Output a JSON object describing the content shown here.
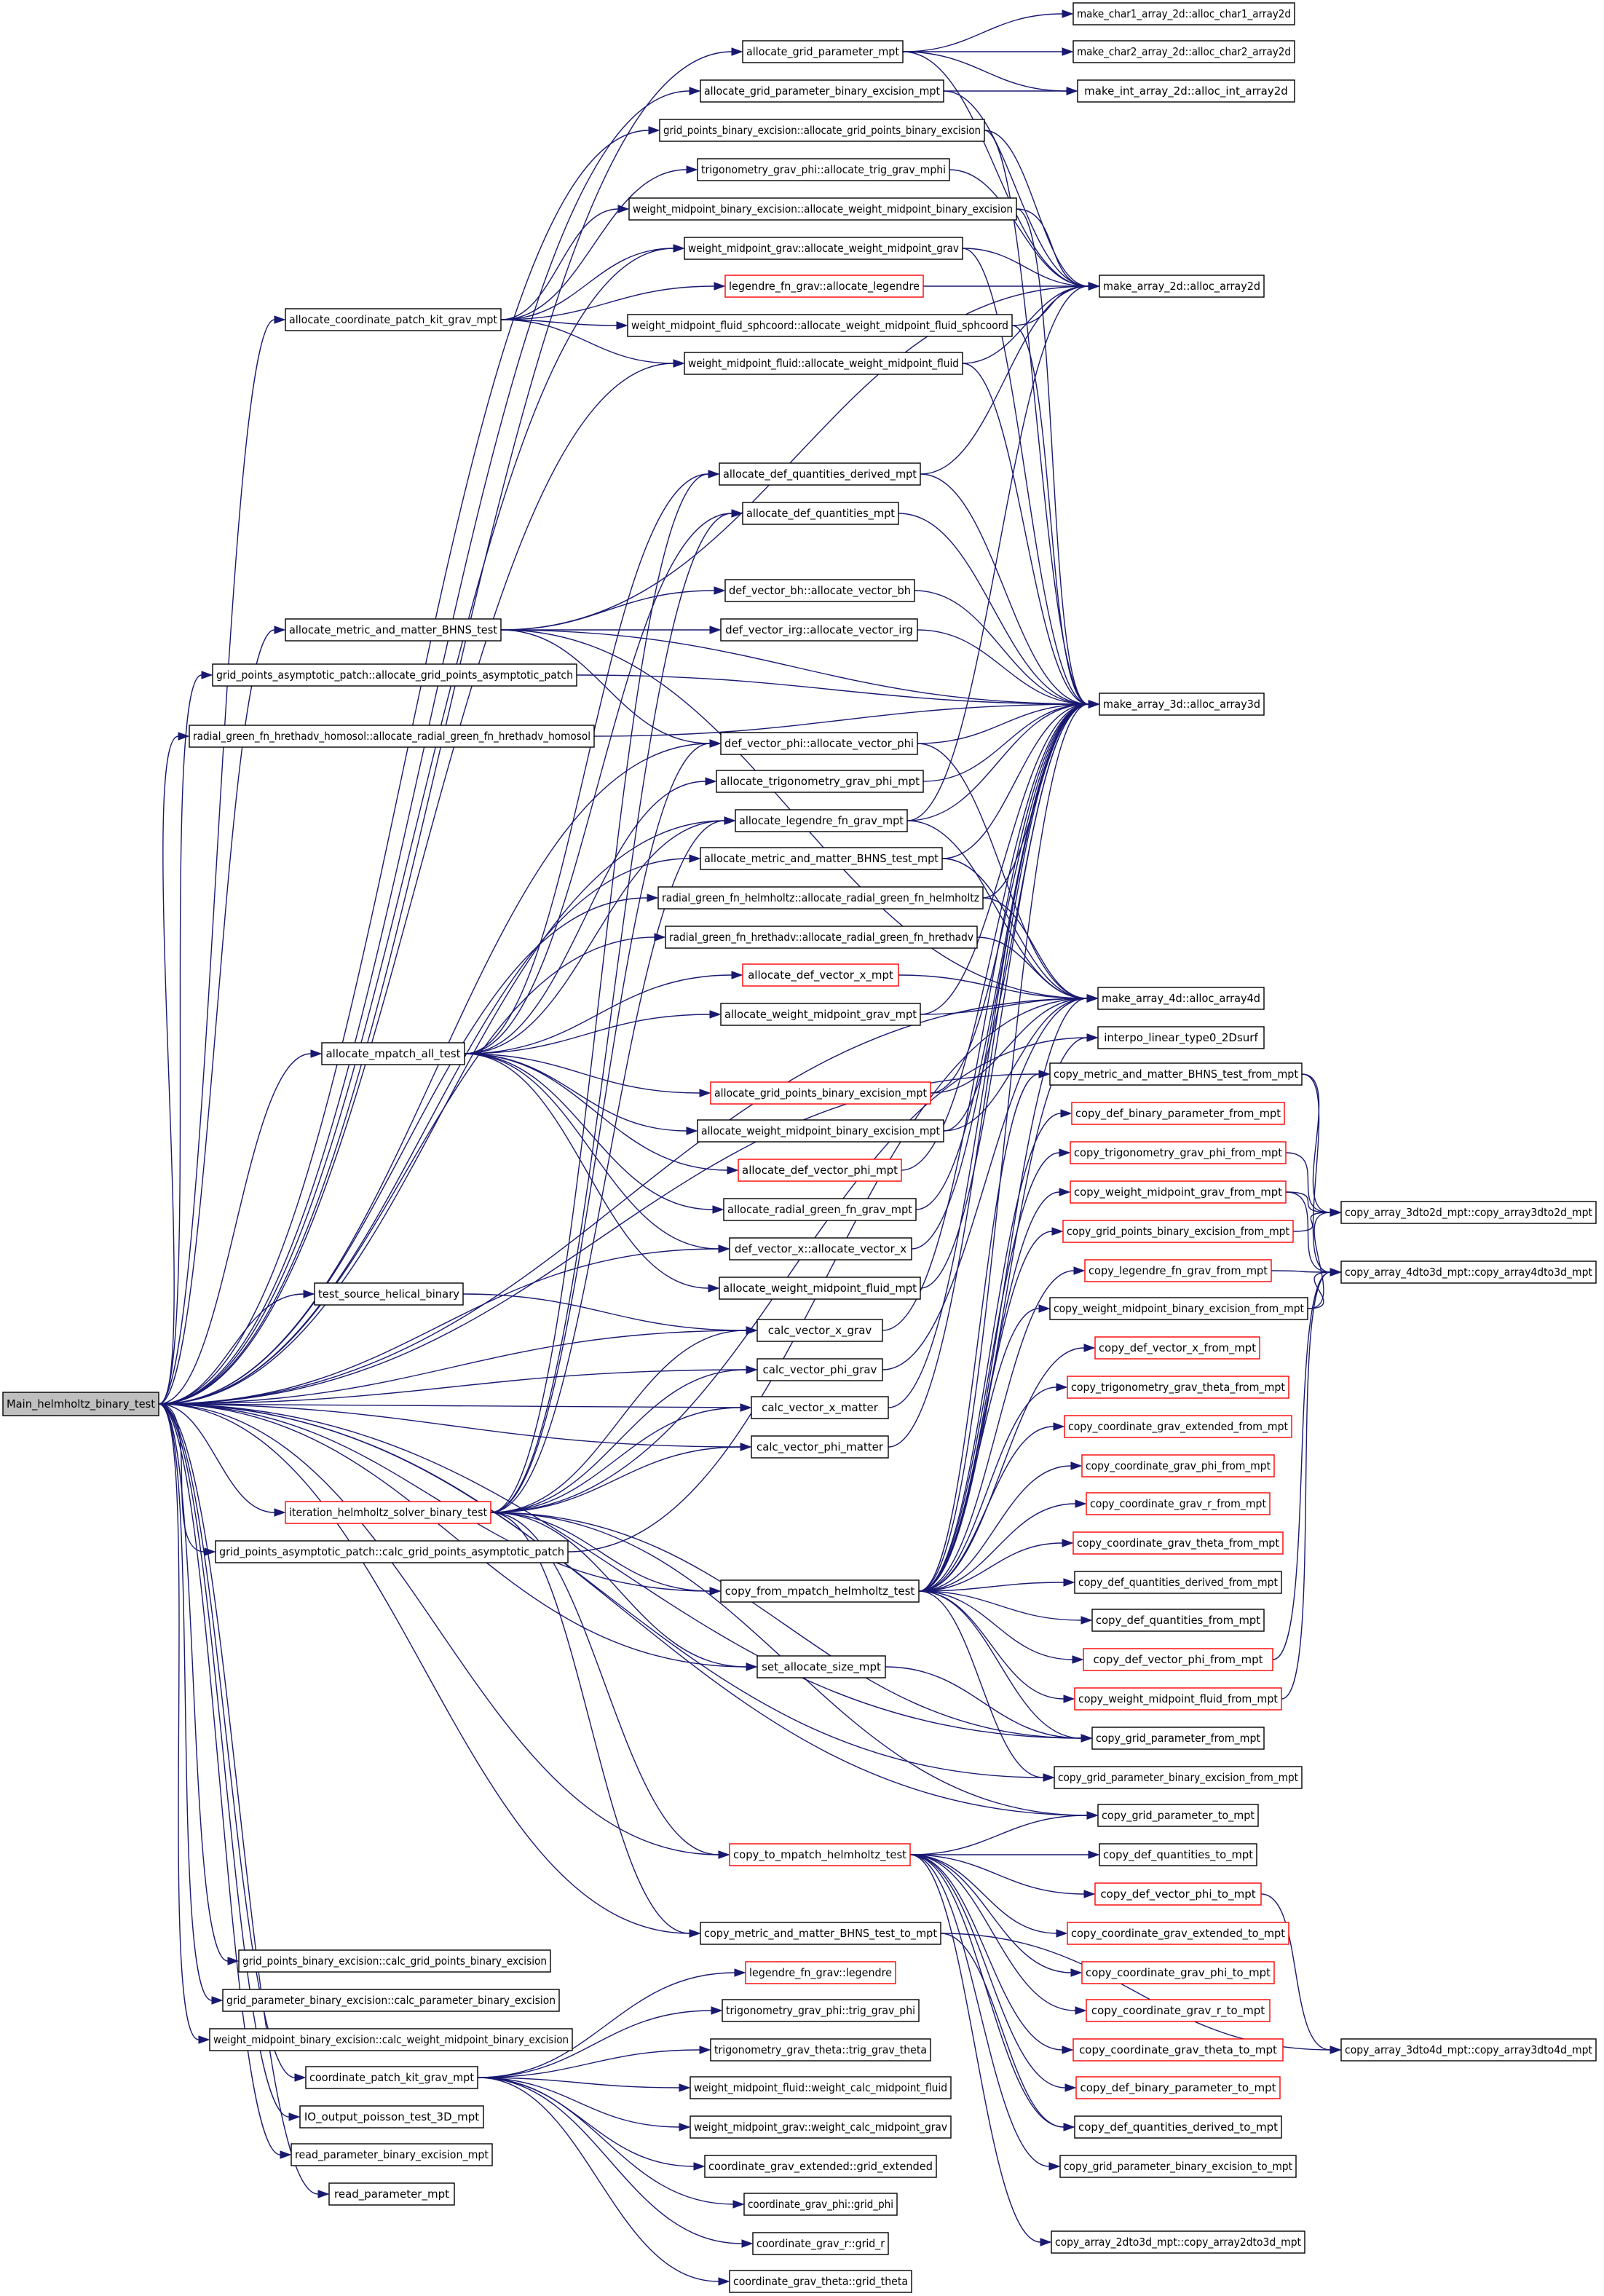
{
  "colors": {
    "edge": "#191970",
    "border": "#000000",
    "red_border": "#ff0000",
    "root_fill": "#bfbfbf",
    "background": "#ffffff"
  },
  "nodes": [
    {
      "id": "root",
      "label": "Main_helmholtz_binary_test",
      "style": "root"
    },
    {
      "id": "agp",
      "label": "allocate_grid_parameter_mpt"
    },
    {
      "id": "mkc1",
      "label": "make_char1_array_2d::alloc_char1_array2d"
    },
    {
      "id": "mkc2",
      "label": "make_char2_array_2d::alloc_char2_array2d"
    },
    {
      "id": "agpbe",
      "label": "allocate_grid_parameter_binary_excision_mpt"
    },
    {
      "id": "mki",
      "label": "make_int_array_2d::alloc_int_array2d"
    },
    {
      "id": "gpbe",
      "label": "grid_points_binary_excision::allocate_grid_points_binary_excision"
    },
    {
      "id": "tgp",
      "label": "trigonometry_grav_phi::allocate_trig_grav_mphi"
    },
    {
      "id": "wmbe",
      "label": "weight_midpoint_binary_excision::allocate_weight_midpoint_binary_excision"
    },
    {
      "id": "wmg",
      "label": "weight_midpoint_grav::allocate_weight_midpoint_grav"
    },
    {
      "id": "lfg",
      "label": "legendre_fn_grav::allocate_legendre",
      "style": "red"
    },
    {
      "id": "mk2",
      "label": "make_array_2d::alloc_array2d"
    },
    {
      "id": "acpk",
      "label": "allocate_coordinate_patch_kit_grav_mpt"
    },
    {
      "id": "wmfs",
      "label": "weight_midpoint_fluid_sphcoord::allocate_weight_midpoint_fluid_sphcoord"
    },
    {
      "id": "wmf",
      "label": "weight_midpoint_fluid::allocate_weight_midpoint_fluid"
    },
    {
      "id": "adqd",
      "label": "allocate_def_quantities_derived_mpt"
    },
    {
      "id": "adq",
      "label": "allocate_def_quantities_mpt"
    },
    {
      "id": "dvbh",
      "label": "def_vector_bh::allocate_vector_bh"
    },
    {
      "id": "amm",
      "label": "allocate_metric_and_matter_BHNS_test"
    },
    {
      "id": "dvirg",
      "label": "def_vector_irg::allocate_vector_irg"
    },
    {
      "id": "gpap",
      "label": "grid_points_asymptotic_patch::allocate_grid_points_asymptotic_patch"
    },
    {
      "id": "mk3",
      "label": "make_array_3d::alloc_array3d"
    },
    {
      "id": "rgh",
      "label": "radial_green_fn_hrethadv_homosol::allocate_radial_green_fn_hrethadv_homosol"
    },
    {
      "id": "dvphi",
      "label": "def_vector_phi::allocate_vector_phi"
    },
    {
      "id": "atgp",
      "label": "allocate_trigonometry_grav_phi_mpt"
    },
    {
      "id": "alfg",
      "label": "allocate_legendre_fn_grav_mpt"
    },
    {
      "id": "ammt",
      "label": "allocate_metric_and_matter_BHNS_test_mpt"
    },
    {
      "id": "rgfh",
      "label": "radial_green_fn_helmholtz::allocate_radial_green_fn_helmholtz"
    },
    {
      "id": "rgfha",
      "label": "radial_green_fn_hrethadv::allocate_radial_green_fn_hrethadv"
    },
    {
      "id": "advx",
      "label": "allocate_def_vector_x_mpt",
      "style": "red"
    },
    {
      "id": "mk4",
      "label": "make_array_4d::alloc_array4d"
    },
    {
      "id": "awmg",
      "label": "allocate_weight_midpoint_grav_mpt"
    },
    {
      "id": "ilt",
      "label": "interpo_linear_type0_2Dsurf"
    },
    {
      "id": "amall",
      "label": "allocate_mpatch_all_test"
    },
    {
      "id": "cmmf",
      "label": "copy_metric_and_matter_BHNS_test_from_mpt"
    },
    {
      "id": "agpbem",
      "label": "allocate_grid_points_binary_excision_mpt",
      "style": "red"
    },
    {
      "id": "cdbp",
      "label": "copy_def_binary_parameter_from_mpt",
      "style": "red"
    },
    {
      "id": "awmbe",
      "label": "allocate_weight_midpoint_binary_excision_mpt"
    },
    {
      "id": "ctgpf",
      "label": "copy_trigonometry_grav_phi_from_mpt",
      "style": "red"
    },
    {
      "id": "advphi",
      "label": "allocate_def_vector_phi_mpt",
      "style": "red"
    },
    {
      "id": "cwmgf",
      "label": "copy_weight_midpoint_grav_from_mpt",
      "style": "red"
    },
    {
      "id": "c3to2",
      "label": "copy_array_3dto2d_mpt::copy_array3dto2d_mpt"
    },
    {
      "id": "argf",
      "label": "allocate_radial_green_fn_grav_mpt"
    },
    {
      "id": "cgpbef",
      "label": "copy_grid_points_binary_excision_from_mpt",
      "style": "red"
    },
    {
      "id": "dvx",
      "label": "def_vector_x::allocate_vector_x"
    },
    {
      "id": "clfgf",
      "label": "copy_legendre_fn_grav_from_mpt",
      "style": "red"
    },
    {
      "id": "c4to3",
      "label": "copy_array_4dto3d_mpt::copy_array4dto3d_mpt"
    },
    {
      "id": "awmf",
      "label": "allocate_weight_midpoint_fluid_mpt"
    },
    {
      "id": "tshb",
      "label": "test_source_helical_binary"
    },
    {
      "id": "cwmbef",
      "label": "copy_weight_midpoint_binary_excision_from_mpt"
    },
    {
      "id": "cvxg",
      "label": "calc_vector_x_grav"
    },
    {
      "id": "cdvxf",
      "label": "copy_def_vector_x_from_mpt",
      "style": "red"
    },
    {
      "id": "cvpg",
      "label": "calc_vector_phi_grav"
    },
    {
      "id": "ctgtf",
      "label": "copy_trigonometry_grav_theta_from_mpt",
      "style": "red"
    },
    {
      "id": "cvxm",
      "label": "calc_vector_x_matter"
    },
    {
      "id": "ccgef",
      "label": "copy_coordinate_grav_extended_from_mpt",
      "style": "red"
    },
    {
      "id": "cvpm",
      "label": "calc_vector_phi_matter"
    },
    {
      "id": "ccgpf",
      "label": "copy_coordinate_grav_phi_from_mpt",
      "style": "red"
    },
    {
      "id": "ihsb",
      "label": "iteration_helmholtz_solver_binary_test",
      "style": "red"
    },
    {
      "id": "ccgrf",
      "label": "copy_coordinate_grav_r_from_mpt",
      "style": "red"
    },
    {
      "id": "gpcalc",
      "label": "grid_points_asymptotic_patch::calc_grid_points_asymptotic_patch"
    },
    {
      "id": "ccgtf",
      "label": "copy_coordinate_grav_theta_from_mpt",
      "style": "red"
    },
    {
      "id": "cfmh",
      "label": "copy_from_mpatch_helmholtz_test"
    },
    {
      "id": "cdqdf",
      "label": "copy_def_quantities_derived_from_mpt"
    },
    {
      "id": "cdqf",
      "label": "copy_def_quantities_from_mpt"
    },
    {
      "id": "sas",
      "label": "set_allocate_size_mpt"
    },
    {
      "id": "cdvpf",
      "label": "copy_def_vector_phi_from_mpt",
      "style": "red"
    },
    {
      "id": "cwmff",
      "label": "copy_weight_midpoint_fluid_from_mpt",
      "style": "red"
    },
    {
      "id": "cgpf",
      "label": "copy_grid_parameter_from_mpt"
    },
    {
      "id": "cgpbexf",
      "label": "copy_grid_parameter_binary_excision_from_mpt"
    },
    {
      "id": "cgpt",
      "label": "copy_grid_parameter_to_mpt"
    },
    {
      "id": "ctmh",
      "label": "copy_to_mpatch_helmholtz_test",
      "style": "red"
    },
    {
      "id": "cdqt",
      "label": "copy_def_quantities_to_mpt"
    },
    {
      "id": "cdvpt",
      "label": "copy_def_vector_phi_to_mpt",
      "style": "red"
    },
    {
      "id": "cmmt",
      "label": "copy_metric_and_matter_BHNS_test_to_mpt"
    },
    {
      "id": "ccget",
      "label": "copy_coordinate_grav_extended_to_mpt",
      "style": "red"
    },
    {
      "id": "gpbecalc",
      "label": "grid_points_binary_excision::calc_grid_points_binary_excision"
    },
    {
      "id": "lfgl",
      "label": "legendre_fn_grav::legendre",
      "style": "red"
    },
    {
      "id": "ccgpt",
      "label": "copy_coordinate_grav_phi_to_mpt",
      "style": "red"
    },
    {
      "id": "gpbcalc",
      "label": "grid_parameter_binary_excision::calc_parameter_binary_excision"
    },
    {
      "id": "tgpt",
      "label": "trigonometry_grav_phi::trig_grav_phi"
    },
    {
      "id": "ccgrt",
      "label": "copy_coordinate_grav_r_to_mpt",
      "style": "red"
    },
    {
      "id": "wmbecalc",
      "label": "weight_midpoint_binary_excision::calc_weight_midpoint_binary_excision"
    },
    {
      "id": "tgtt",
      "label": "trigonometry_grav_theta::trig_grav_theta"
    },
    {
      "id": "ccgtt",
      "label": "copy_coordinate_grav_theta_to_mpt",
      "style": "red"
    },
    {
      "id": "c3to4",
      "label": "copy_array_3dto4d_mpt::copy_array3dto4d_mpt"
    },
    {
      "id": "cpkg",
      "label": "coordinate_patch_kit_grav_mpt"
    },
    {
      "id": "wmfc",
      "label": "weight_midpoint_fluid::weight_calc_midpoint_fluid"
    },
    {
      "id": "cdbpt",
      "label": "copy_def_binary_parameter_to_mpt",
      "style": "red"
    },
    {
      "id": "iop",
      "label": "IO_output_poisson_test_3D_mpt"
    },
    {
      "id": "wmgc",
      "label": "weight_midpoint_grav::weight_calc_midpoint_grav"
    },
    {
      "id": "cdqdt",
      "label": "copy_def_quantities_derived_to_mpt"
    },
    {
      "id": "rpbe",
      "label": "read_parameter_binary_excision_mpt"
    },
    {
      "id": "cgege",
      "label": "coordinate_grav_extended::grid_extended"
    },
    {
      "id": "cgpbext",
      "label": "copy_grid_parameter_binary_excision_to_mpt"
    },
    {
      "id": "rp",
      "label": "read_parameter_mpt"
    },
    {
      "id": "cgpgp",
      "label": "coordinate_grav_phi::grid_phi"
    },
    {
      "id": "c2to3",
      "label": "copy_array_2dto3d_mpt::copy_array2dto3d_mpt"
    },
    {
      "id": "cgrgr",
      "label": "coordinate_grav_r::grid_r"
    },
    {
      "id": "cgtgt",
      "label": "coordinate_grav_theta::grid_theta"
    }
  ],
  "edges": [
    [
      "root",
      "agp"
    ],
    [
      "root",
      "agpbe"
    ],
    [
      "root",
      "gpbe"
    ],
    [
      "root",
      "wmg"
    ],
    [
      "root",
      "acpk"
    ],
    [
      "root",
      "wmf"
    ],
    [
      "root",
      "amm"
    ],
    [
      "root",
      "gpap"
    ],
    [
      "root",
      "rgh"
    ],
    [
      "root",
      "dvphi"
    ],
    [
      "root",
      "alfg"
    ],
    [
      "root",
      "ammt"
    ],
    [
      "root",
      "rgfh"
    ],
    [
      "root",
      "rgfha"
    ],
    [
      "root",
      "amall"
    ],
    [
      "root",
      "dvx"
    ],
    [
      "root",
      "tshb"
    ],
    [
      "root",
      "cvxg"
    ],
    [
      "root",
      "cvpg"
    ],
    [
      "root",
      "cvxm"
    ],
    [
      "root",
      "cvpm"
    ],
    [
      "root",
      "ihsb"
    ],
    [
      "root",
      "gpcalc"
    ],
    [
      "root",
      "cfmh"
    ],
    [
      "root",
      "sas"
    ],
    [
      "root",
      "cgpf"
    ],
    [
      "root",
      "cgpbexf"
    ],
    [
      "root",
      "cgpt"
    ],
    [
      "root",
      "ctmh"
    ],
    [
      "root",
      "cmmt"
    ],
    [
      "root",
      "gpbecalc"
    ],
    [
      "root",
      "gpbcalc"
    ],
    [
      "root",
      "wmbecalc"
    ],
    [
      "root",
      "cpkg"
    ],
    [
      "root",
      "iop"
    ],
    [
      "root",
      "rpbe"
    ],
    [
      "root",
      "rp"
    ],
    [
      "root",
      "mk4"
    ],
    [
      "root",
      "cmmf"
    ],
    [
      "agp",
      "mkc1"
    ],
    [
      "agp",
      "mkc2"
    ],
    [
      "agp",
      "mki"
    ],
    [
      "agp",
      "mk2"
    ],
    [
      "agpbe",
      "mki"
    ],
    [
      "agpbe",
      "mk2"
    ],
    [
      "gpbe",
      "mk2"
    ],
    [
      "gpbe",
      "mk3"
    ],
    [
      "tgp",
      "mk2"
    ],
    [
      "wmbe",
      "mk2"
    ],
    [
      "wmbe",
      "mk3"
    ],
    [
      "wmg",
      "mk2"
    ],
    [
      "wmg",
      "mk3"
    ],
    [
      "lfg",
      "mk2"
    ],
    [
      "wmfs",
      "mk2"
    ],
    [
      "wmfs",
      "mk3"
    ],
    [
      "wmf",
      "mk2"
    ],
    [
      "wmf",
      "mk3"
    ],
    [
      "acpk",
      "tgp"
    ],
    [
      "acpk",
      "wmbe"
    ],
    [
      "acpk",
      "wmg"
    ],
    [
      "acpk",
      "lfg"
    ],
    [
      "acpk",
      "wmfs"
    ],
    [
      "acpk",
      "wmf"
    ],
    [
      "adqd",
      "mk2"
    ],
    [
      "adqd",
      "mk3"
    ],
    [
      "adq",
      "mk3"
    ],
    [
      "dvbh",
      "mk3"
    ],
    [
      "dvirg",
      "mk3"
    ],
    [
      "amm",
      "dvbh"
    ],
    [
      "amm",
      "dvirg"
    ],
    [
      "amm",
      "dvphi"
    ],
    [
      "amm",
      "mk2"
    ],
    [
      "amm",
      "mk3"
    ],
    [
      "amm",
      "mk4"
    ],
    [
      "gpap",
      "mk3"
    ],
    [
      "rgh",
      "mk3"
    ],
    [
      "dvphi",
      "mk3"
    ],
    [
      "dvphi",
      "mk4"
    ],
    [
      "atgp",
      "mk3"
    ],
    [
      "alfg",
      "mk3"
    ],
    [
      "alfg",
      "mk4"
    ],
    [
      "alfg",
      "mk2"
    ],
    [
      "ammt",
      "mk3"
    ],
    [
      "ammt",
      "mk4"
    ],
    [
      "rgfh",
      "mk3"
    ],
    [
      "rgfh",
      "mk4"
    ],
    [
      "rgfha",
      "mk4"
    ],
    [
      "advx",
      "mk4"
    ],
    [
      "awmg",
      "mk3"
    ],
    [
      "awmg",
      "mk4"
    ],
    [
      "agpbem",
      "mk3"
    ],
    [
      "agpbem",
      "mk4"
    ],
    [
      "awmbe",
      "mk3"
    ],
    [
      "awmbe",
      "mk4"
    ],
    [
      "advphi",
      "mk3"
    ],
    [
      "argf",
      "mk3"
    ],
    [
      "dvx",
      "mk3"
    ],
    [
      "awmf",
      "mk3"
    ],
    [
      "amall",
      "adqd"
    ],
    [
      "amall",
      "adq"
    ],
    [
      "amall",
      "atgp"
    ],
    [
      "amall",
      "alfg"
    ],
    [
      "amall",
      "advx"
    ],
    [
      "amall",
      "awmg"
    ],
    [
      "amall",
      "agpbem"
    ],
    [
      "amall",
      "awmbe"
    ],
    [
      "amall",
      "advphi"
    ],
    [
      "amall",
      "argf"
    ],
    [
      "amall",
      "dvx"
    ],
    [
      "amall",
      "awmf"
    ],
    [
      "tshb",
      "cvxg"
    ],
    [
      "ihsb",
      "cvxg"
    ],
    [
      "ihsb",
      "cvpg"
    ],
    [
      "ihsb",
      "cvxm"
    ],
    [
      "ihsb",
      "cvpm"
    ],
    [
      "ihsb",
      "cfmh"
    ],
    [
      "ihsb",
      "sas"
    ],
    [
      "ihsb",
      "ctmh"
    ],
    [
      "ihsb",
      "cmmt"
    ],
    [
      "ihsb",
      "cgpf"
    ],
    [
      "ihsb",
      "cgpt"
    ],
    [
      "ihsb",
      "adqd"
    ],
    [
      "ihsb",
      "adq"
    ],
    [
      "ihsb",
      "dvphi"
    ],
    [
      "ihsb",
      "alfg"
    ],
    [
      "ihsb",
      "ilt"
    ],
    [
      "cmmf",
      "c3to2"
    ],
    [
      "cmmf",
      "c4to3"
    ],
    [
      "ctgpf",
      "c3to2"
    ],
    [
      "cwmgf",
      "c3to2"
    ],
    [
      "cwmgf",
      "c4to3"
    ],
    [
      "cgpbef",
      "c3to2"
    ],
    [
      "clfgf",
      "c4to3"
    ],
    [
      "cwmbef",
      "c4to3"
    ],
    [
      "cwmbef",
      "c3to2"
    ],
    [
      "cdvpf",
      "c4to3"
    ],
    [
      "cwmff",
      "c4to3"
    ],
    [
      "cfmh",
      "cmmf"
    ],
    [
      "cfmh",
      "cdbp"
    ],
    [
      "cfmh",
      "ctgpf"
    ],
    [
      "cfmh",
      "cwmgf"
    ],
    [
      "cfmh",
      "cgpbef"
    ],
    [
      "cfmh",
      "clfgf"
    ],
    [
      "cfmh",
      "cwmbef"
    ],
    [
      "cfmh",
      "cdvxf"
    ],
    [
      "cfmh",
      "ctgtf"
    ],
    [
      "cfmh",
      "ccgef"
    ],
    [
      "cfmh",
      "ccgpf"
    ],
    [
      "cfmh",
      "ccgrf"
    ],
    [
      "cfmh",
      "ccgtf"
    ],
    [
      "cfmh",
      "cdqdf"
    ],
    [
      "cfmh",
      "cdqf"
    ],
    [
      "cfmh",
      "cdvpf"
    ],
    [
      "cfmh",
      "cwmff"
    ],
    [
      "cfmh",
      "cgpf"
    ],
    [
      "cfmh",
      "cgpbexf"
    ],
    [
      "cfmh",
      "mk4"
    ],
    [
      "cfmh",
      "ilt"
    ],
    [
      "cfmh",
      "mk3"
    ],
    [
      "gpcalc",
      "mk4"
    ],
    [
      "sas",
      "cgpf"
    ],
    [
      "ctmh",
      "cgpt"
    ],
    [
      "ctmh",
      "cdqt"
    ],
    [
      "ctmh",
      "cdvpt"
    ],
    [
      "ctmh",
      "ccget"
    ],
    [
      "ctmh",
      "ccgpt"
    ],
    [
      "ctmh",
      "ccgrt"
    ],
    [
      "ctmh",
      "ccgtt"
    ],
    [
      "ctmh",
      "cdbpt"
    ],
    [
      "ctmh",
      "cdqdt"
    ],
    [
      "ctmh",
      "cgpbext"
    ],
    [
      "ctmh",
      "c2to3"
    ],
    [
      "cdvpt",
      "c3to4"
    ],
    [
      "cmmt",
      "c3to4"
    ],
    [
      "cmmt",
      "cdqdt"
    ],
    [
      "cpkg",
      "lfgl"
    ],
    [
      "cpkg",
      "tgpt"
    ],
    [
      "cpkg",
      "tgtt"
    ],
    [
      "cpkg",
      "wmfc"
    ],
    [
      "cpkg",
      "wmgc"
    ],
    [
      "cpkg",
      "cgege"
    ],
    [
      "cpkg",
      "cgpgp"
    ],
    [
      "cpkg",
      "cgrgr"
    ],
    [
      "cpkg",
      "cgtgt"
    ],
    [
      "cvxg",
      "mk3"
    ],
    [
      "cvxm",
      "mk3"
    ],
    [
      "cvpm",
      "mk3"
    ],
    [
      "cvpg",
      "mk4"
    ]
  ]
}
